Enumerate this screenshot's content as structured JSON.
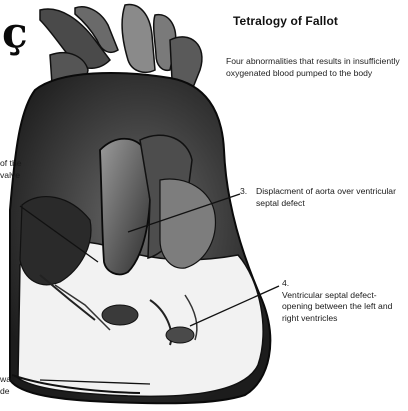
{
  "title": "Tetralogy of Fallot",
  "intro": "Four abnormalities that results in insufficiently oxygenated blood pumped to the body",
  "labels": [
    {
      "number": "3.",
      "text": "Displacment of aorta over ventricular septal defect"
    },
    {
      "number": "4.",
      "text": "Ventricular septal defect- opening between the left and right ventricles"
    }
  ],
  "partial_left": [
    "of the",
    "valve"
  ],
  "partial_bottom": [
    "wall",
    "de"
  ],
  "corner_glyph": "ç"
}
